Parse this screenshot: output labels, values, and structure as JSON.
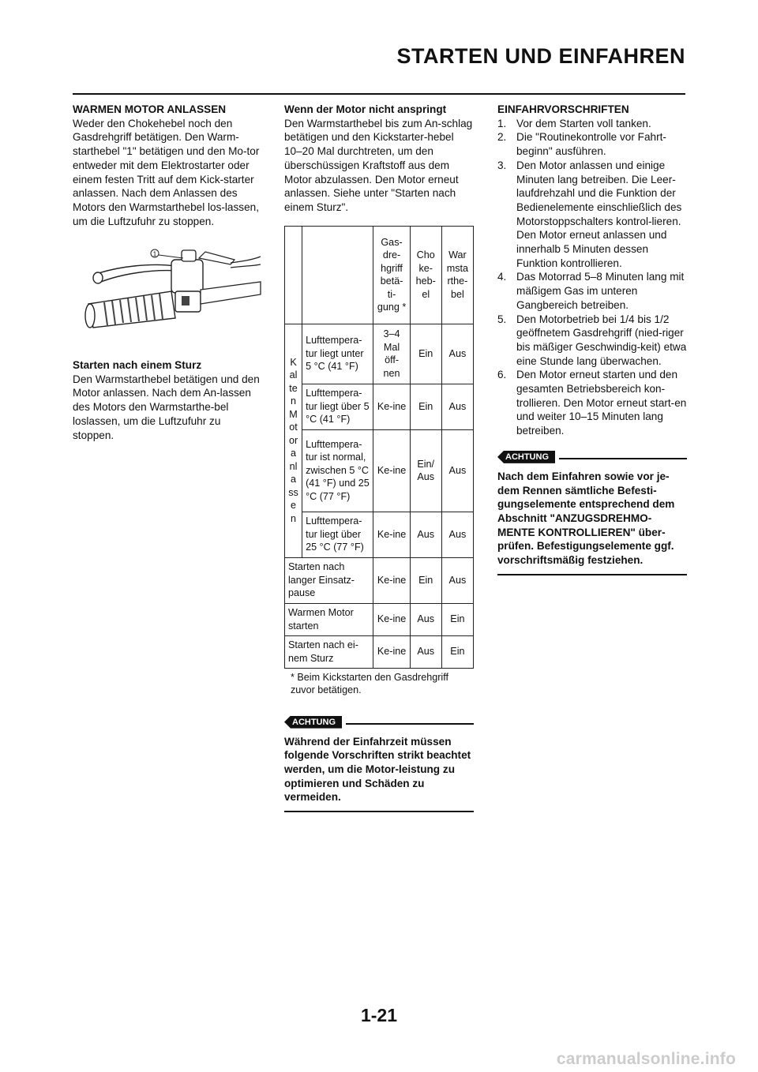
{
  "page": {
    "title": "STARTEN UND EINFAHREN",
    "number": "1-21",
    "watermark": "carmanualsonline.info"
  },
  "col1": {
    "s1_heading": "WARMEN MOTOR ANLASSEN",
    "s1_text": "Weder den Chokehebel noch den Gasdrehgriff betätigen. Den Warm-starthebel \"1\" betätigen und den Mo-tor entweder mit dem Elektrostarter oder einem festen Tritt auf dem Kick-starter anlassen. Nach dem Anlassen des Motors den Warmstarthebel los-lassen, um die Luftzufuhr zu stoppen.",
    "figure_callout": "1",
    "s2_heading": "Starten nach einem Sturz",
    "s2_text": "Den Warmstarthebel betätigen und den Motor anlassen. Nach dem An-lassen des Motors den Warmstarthe-bel loslassen, um die Luftzufuhr zu stoppen."
  },
  "col2": {
    "heading": "Wenn der Motor nicht anspringt",
    "text": "Den Warmstarthebel bis zum An-schlag betätigen und den Kickstarter-hebel 10–20 Mal durchtreten, um den überschüssigen Kraftstoff aus dem Motor abzulassen. Den Motor erneut anlassen. Siehe unter \"Starten nach einem Sturz\".",
    "table": {
      "headers": [
        "Gas-dre-hgriff betä-ti-gung *",
        "Cho ke-heb-el",
        "War msta rthe-bel"
      ],
      "group_label": "Kalten Motor anlassen",
      "group_rows": [
        {
          "condition": "Lufttempera-tur liegt unter 5 °C (41 °F)",
          "gas": "3–4 Mal öff-nen",
          "choke": "Ein",
          "warm": "Aus"
        },
        {
          "condition": "Lufttempera-tur liegt über 5 °C (41 °F)",
          "gas": "Ke-ine",
          "choke": "Ein",
          "warm": "Aus"
        },
        {
          "condition": "Lufttempera-tur ist normal, zwischen 5 °C (41 °F) und 25 °C (77 °F)",
          "gas": "Ke-ine",
          "choke": "Ein/ Aus",
          "warm": "Aus"
        },
        {
          "condition": "Lufttempera-tur liegt über 25 °C (77 °F)",
          "gas": "Ke-ine",
          "choke": "Aus",
          "warm": "Aus"
        }
      ],
      "rows": [
        {
          "condition": "Starten nach langer Einsatz-pause",
          "gas": "Ke-ine",
          "choke": "Ein",
          "warm": "Aus"
        },
        {
          "condition": "Warmen Motor starten",
          "gas": "Ke-ine",
          "choke": "Aus",
          "warm": "Ein"
        },
        {
          "condition": "Starten nach ei-nem Sturz",
          "gas": "Ke-ine",
          "choke": "Aus",
          "warm": "Ein"
        }
      ],
      "footnote": "* Beim Kickstarten den Gasdrehgriff zuvor betätigen."
    },
    "warning_label": "ACHTUNG",
    "warning_text": "Während der Einfahrzeit müssen folgende Vorschriften strikt beachtet werden, um die Motor-leistung zu optimieren und Schäden zu vermeiden."
  },
  "col3": {
    "heading": "EINFAHRVORSCHRIFTEN",
    "steps": [
      {
        "n": "1.",
        "text": "Vor dem Starten voll tanken."
      },
      {
        "n": "2.",
        "text": "Die \"Routinekontrolle vor Fahrt-beginn\" ausführen."
      },
      {
        "n": "3.",
        "text": "Den Motor anlassen und einige Minuten lang betreiben. Die Leer-laufdrehzahl und die Funktion der Bedienelemente einschließlich des Motorstoppschalters kontrol-lieren. Den Motor erneut anlassen und innerhalb 5 Minuten dessen Funktion kontrollieren."
      },
      {
        "n": "4.",
        "text": "Das Motorrad 5–8 Minuten lang mit mäßigem Gas im unteren Gangbereich betreiben."
      },
      {
        "n": "5.",
        "text": "Den Motorbetrieb bei 1/4 bis 1/2 geöffnetem Gasdrehgriff (nied-riger bis mäßiger Geschwindig-keit) etwa eine Stunde lang überwachen."
      },
      {
        "n": "6.",
        "text": "Den Motor erneut starten und den gesamten Betriebsbereich kon-trollieren. Den Motor erneut start-en und weiter 10–15 Minuten lang betreiben."
      }
    ],
    "warning_label": "ACHTUNG",
    "warning_text": "Nach dem Einfahren sowie vor je-dem Rennen sämtliche Befesti-gungselemente entsprechend dem Abschnitt \"ANZUGSDREHMO-MENTE KONTROLLIEREN\" über-prüfen. Befestigungselemente ggf. vorschriftsmäßig festziehen."
  }
}
